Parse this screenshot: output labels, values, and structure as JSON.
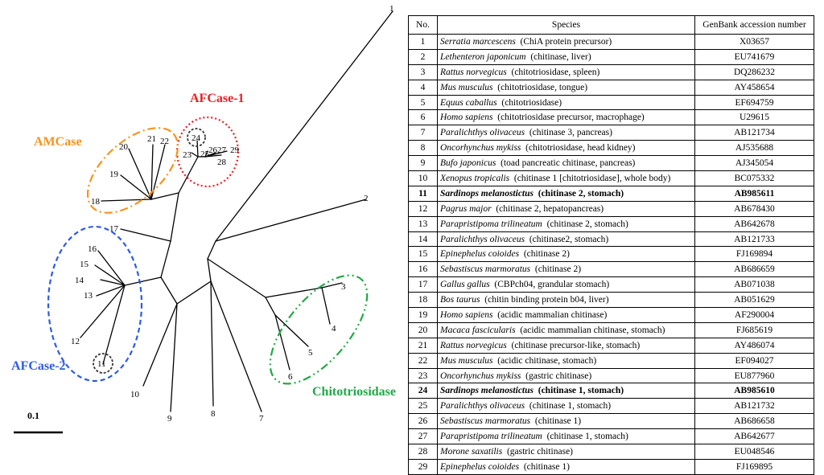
{
  "scale_bar": "0.1",
  "tree_labels": [
    "1",
    "2",
    "3",
    "4",
    "5",
    "6",
    "7",
    "8",
    "9",
    "10",
    "11",
    "12",
    "13",
    "14",
    "15",
    "16",
    "17",
    "18",
    "19",
    "20",
    "21",
    "22",
    "23",
    "24",
    "25",
    "26",
    "27",
    "28",
    "29"
  ],
  "clades": {
    "afcase1": {
      "label": "AFCase-1",
      "color": "#ee1c24"
    },
    "amcase": {
      "label": "AMCase",
      "color": "#f7941d"
    },
    "afcase2": {
      "label": "AFCase-2",
      "color": "#2e5be0"
    },
    "chitotriosidase": {
      "label": "Chitotriosidase",
      "color": "#22a845"
    }
  },
  "table": {
    "headers": {
      "no": "No.",
      "species": "Species",
      "accession": "GenBank accession number"
    },
    "rows": [
      {
        "no": "1",
        "sci": "Serratia marcescens",
        "desc": "(ChiA protein precursor)",
        "acc": "X03657"
      },
      {
        "no": "2",
        "sci": "Lethenteron japonicum",
        "desc": "(chitinase, liver)",
        "acc": "EU741679"
      },
      {
        "no": "3",
        "sci": "Rattus norvegicus",
        "desc": "(chitotriosidase, spleen)",
        "acc": "DQ286232"
      },
      {
        "no": "4",
        "sci": "Mus musculus",
        "desc": "(chitotriosidase, tongue)",
        "acc": "AY458654"
      },
      {
        "no": "5",
        "sci": "Equus caballus",
        "desc": "(chitotriosidase)",
        "acc": "EF694759"
      },
      {
        "no": "6",
        "sci": "Homo sapiens",
        "desc": "(chitotriosidase precursor, macrophage)",
        "acc": "U29615"
      },
      {
        "no": "7",
        "sci": "Paralichthys olivaceus",
        "desc": "(chitinase 3, pancreas)",
        "acc": "AB121734"
      },
      {
        "no": "8",
        "sci": "Oncorhynchus mykiss",
        "desc": "(chitotriosidase, head kidney)",
        "acc": "AJ535688"
      },
      {
        "no": "9",
        "sci": "Bufo japonicus",
        "desc": "(toad pancreatic chitinase, pancreas)",
        "acc": "AJ345054"
      },
      {
        "no": "10",
        "sci": "Xenopus tropicalis",
        "desc": "(chitinase 1 [chitotriosidase], whole body)",
        "acc": "BC075332"
      },
      {
        "no": "11",
        "sci": "Sardinops melanostictus",
        "desc": "(chitinase 2, stomach)",
        "acc": "AB985611",
        "bold": true
      },
      {
        "no": "12",
        "sci": "Pagrus major",
        "desc": "(chitinase 2, hepatopancreas)",
        "acc": "AB678430"
      },
      {
        "no": "13",
        "sci": "Parapristipoma trilineatum",
        "desc": "(chitinase 2, stomach)",
        "acc": "AB642678"
      },
      {
        "no": "14",
        "sci": "Paralichthys olivaceus",
        "desc": "(chitinase2, stomach)",
        "acc": "AB121733"
      },
      {
        "no": "15",
        "sci": "Epinephelus coioides",
        "desc": "(chitinase 2)",
        "acc": "FJ169894"
      },
      {
        "no": "16",
        "sci": "Sebastiscus marmoratus",
        "desc": "(chitinase 2)",
        "acc": "AB686659"
      },
      {
        "no": "17",
        "sci": "Gallus gallus",
        "desc": "(CBPch04, grandular stomach)",
        "acc": "AB071038"
      },
      {
        "no": "18",
        "sci": "Bos taurus",
        "desc": "(chitin binding protein b04, liver)",
        "acc": "AB051629"
      },
      {
        "no": "19",
        "sci": "Homo sapiens",
        "desc": "(acidic mammalian chitinase)",
        "acc": "AF290004"
      },
      {
        "no": "20",
        "sci": "Macaca fascicularis",
        "desc": "(acidic mammalian chitinase, stomach)",
        "acc": "FJ685619"
      },
      {
        "no": "21",
        "sci": "Rattus norvegicus",
        "desc": "(chitinase precursor-like, stomach)",
        "acc": "AY486074"
      },
      {
        "no": "22",
        "sci": "Mus musculus",
        "desc": "(acidic chitinase, stomach)",
        "acc": "EF094027"
      },
      {
        "no": "23",
        "sci": "Oncorhynchus mykiss",
        "desc": "(gastric chitinase)",
        "acc": "EU877960"
      },
      {
        "no": "24",
        "sci": "Sardinops melanostictus",
        "desc": "(chitinase 1, stomach)",
        "acc": "AB985610",
        "bold": true
      },
      {
        "no": "25",
        "sci": "Paralichthys olivaceus",
        "desc": "(chitinase 1, stomach)",
        "acc": "AB121732"
      },
      {
        "no": "26",
        "sci": "Sebastiscus marmoratus",
        "desc": "(chitinase 1)",
        "acc": "AB686658"
      },
      {
        "no": "27",
        "sci": "Parapristipoma trilineatum",
        "desc": "(chitinase 1, stomach)",
        "acc": "AB642677"
      },
      {
        "no": "28",
        "sci": "Morone saxatilis",
        "desc": "(gastric chitinase)",
        "acc": "EU048546"
      },
      {
        "no": "29",
        "sci": "Epinephelus coioides",
        "desc": "(chitinase 1)",
        "acc": "FJ169895"
      }
    ]
  }
}
